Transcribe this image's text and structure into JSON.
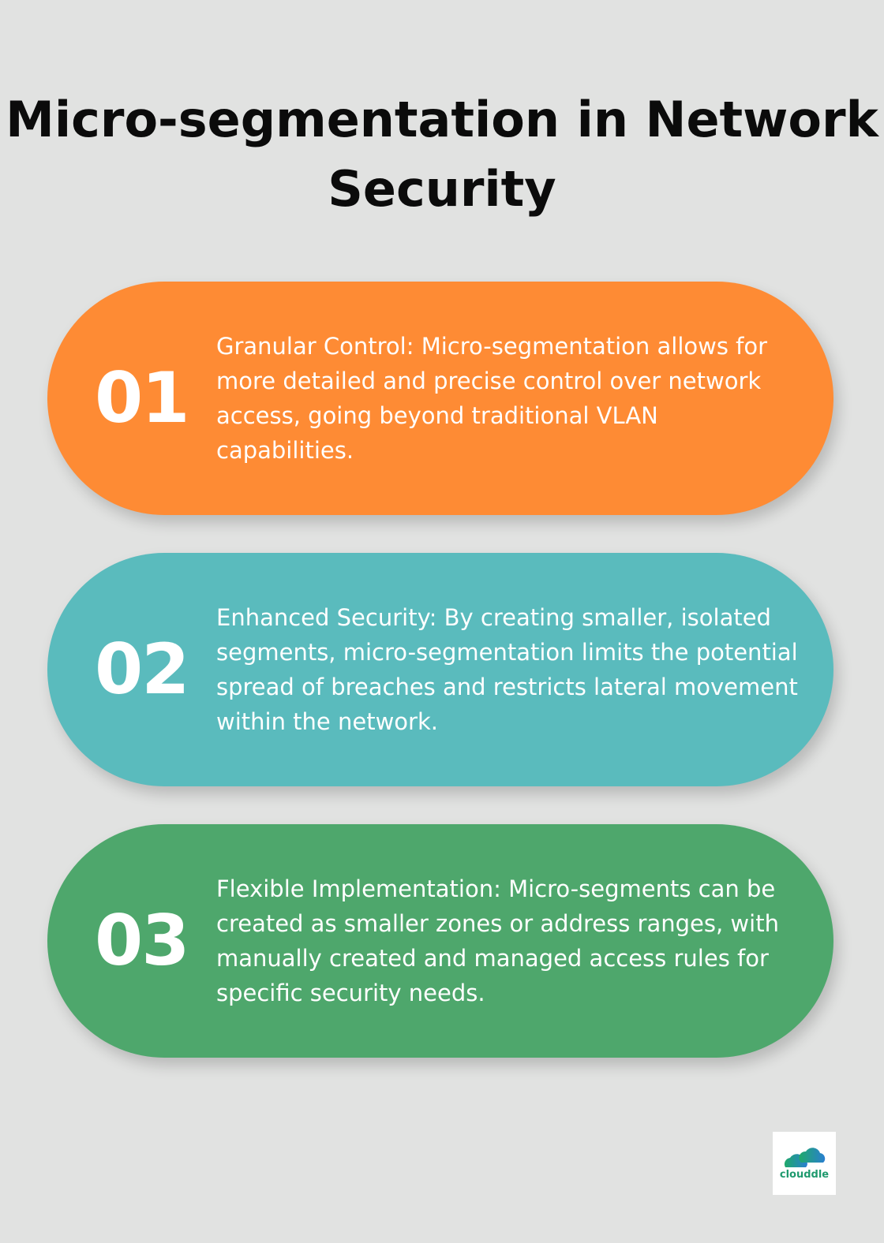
{
  "title": "Micro-segmentation in Network Security",
  "items": [
    {
      "number": "01",
      "text": "Granular Control: Micro-segmentation allows for more detailed and precise control over network access, going beyond traditional VLAN capabilities.",
      "color": "#fe8b34"
    },
    {
      "number": "02",
      "text": "Enhanced Security: By creating smaller, isolated segments, micro-segmentation limits the potential spread of breaches and restricts lateral movement within the network.",
      "color": "#5abbbd"
    },
    {
      "number": "03",
      "text": "Flexible Implementation: Micro-segments can be created as smaller zones or address ranges, with manually created and managed access rules for specific security needs.",
      "color": "#4ea76c"
    }
  ],
  "logo": {
    "text": "clouddle"
  }
}
